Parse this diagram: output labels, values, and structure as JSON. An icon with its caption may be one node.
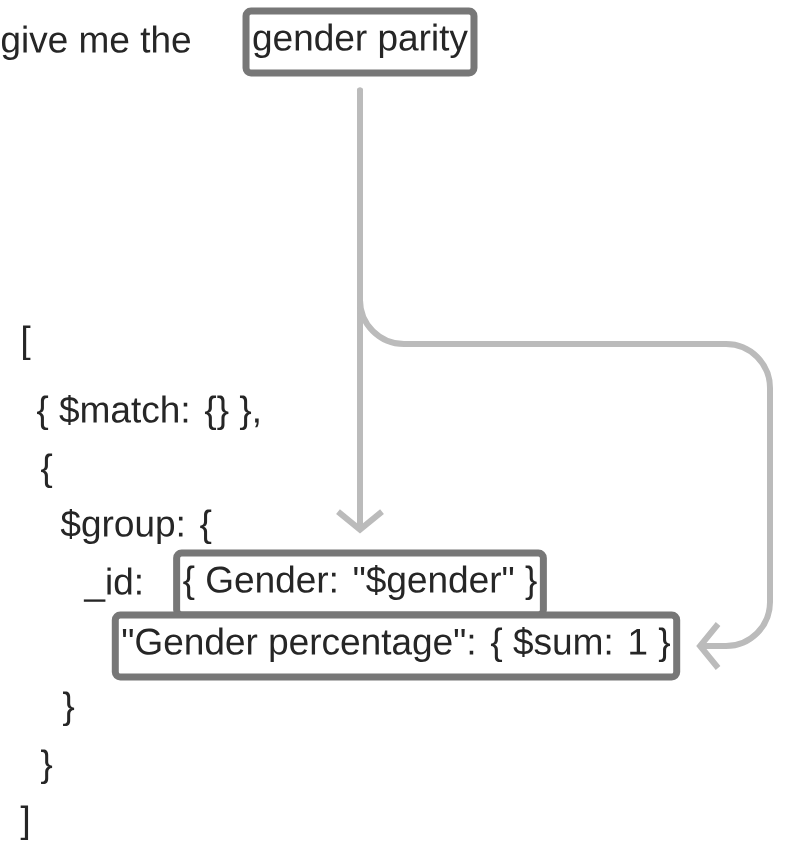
{
  "diagram": {
    "nodes": [
      {
        "text": [
          "gender parity"
        ]
      },
      {
        "text": [
          "{ Gender: \"$gender\" }"
        ]
      },
      {
        "text": [
          "\"Gender percentage\": { $sum: 1 }"
        ]
      }
    ],
    "edges": [
      {
        "from": 0,
        "to": 1,
        "arrow": "to"
      },
      {
        "from": 0,
        "to": 2,
        "arrow": "to"
      }
    ],
    "labels": [
      "give me the",
      "[",
      "{ $match: {} },",
      "{",
      "$group: {",
      "_id:",
      "}",
      "}",
      "]"
    ]
  }
}
